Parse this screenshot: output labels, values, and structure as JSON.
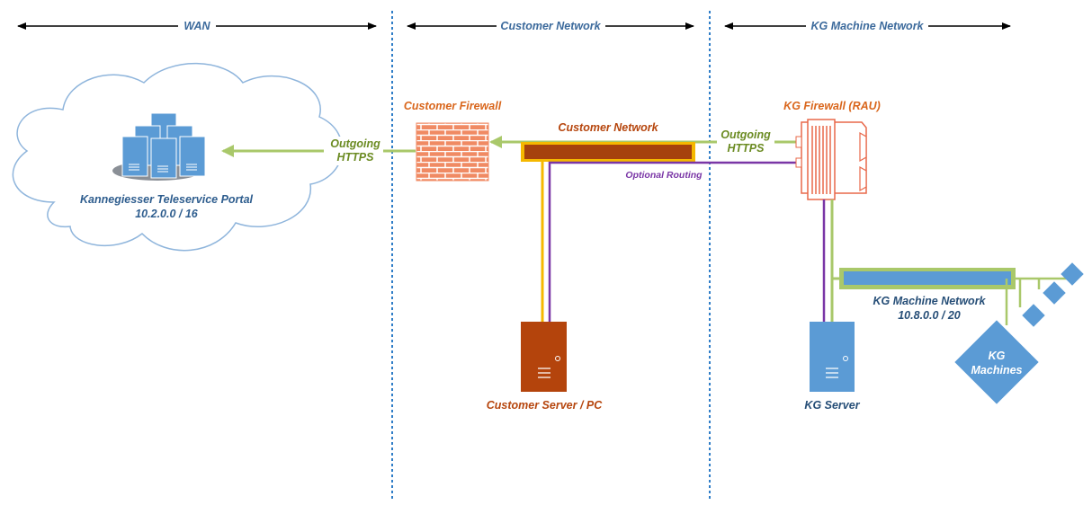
{
  "zones": {
    "wan": "WAN",
    "customer_network": "Customer Network",
    "kg_machine_network": "KG Machine Network"
  },
  "portal": {
    "name": "Kannegiesser Teleservice Portal",
    "subnet": "10.2.0.0 / 16"
  },
  "customer_firewall": {
    "label": "Customer Firewall"
  },
  "kg_firewall": {
    "label": "KG Firewall (RAU)"
  },
  "customer_network_bar": {
    "label": "Customer Network"
  },
  "https_left": {
    "line1": "Outgoing",
    "line2": "HTTPS"
  },
  "https_right": {
    "line1": "Outgoing",
    "line2": "HTTPS"
  },
  "optional_routing": "Optional Routing",
  "customer_server": {
    "label": "Customer Server / PC"
  },
  "kg_server": {
    "label": "KG Server"
  },
  "kg_machine_network": {
    "name": "KG Machine Network",
    "subnet": "10.8.0.0 / 20"
  },
  "kg_machines": {
    "line1": "KG",
    "line2": "Machines"
  },
  "colors": {
    "zone_divider": "#2f7dc7",
    "green_link": "#a9c86a",
    "yellow_link": "#f5b800",
    "purple_link": "#7a36a6",
    "brown_device": "#b4440c",
    "blue_device": "#5b9bd5",
    "firewall_red": "#e8684a",
    "arrow_black": "#000000"
  }
}
